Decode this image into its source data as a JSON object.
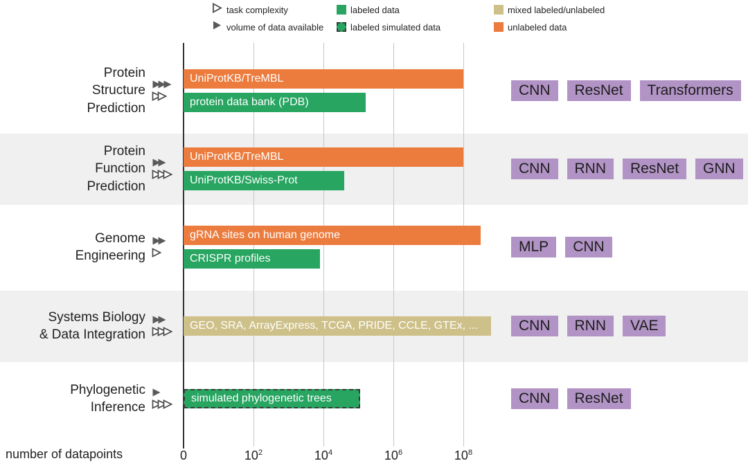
{
  "colors": {
    "unlabeled": "#ec7c3e",
    "labeled": "#27a561",
    "mixed": "#cec089",
    "simulated_border": "#3a3a3a",
    "model_badge": "#b293c5",
    "row_band": "#f0f0f0",
    "grid": "#c6c6c6",
    "axis": "#333333",
    "arrow_filled": "#5a5a5a",
    "arrow_outline_stroke": "#4a4a4a"
  },
  "legend": {
    "items": [
      {
        "icon": "triangle-outline-icon",
        "label": "task complexity"
      },
      {
        "icon": "triangle-filled-icon",
        "label": "volume of data available"
      },
      {
        "icon": "square-labeled-icon",
        "label": "labeled data"
      },
      {
        "icon": "square-simulated-icon",
        "label": "labeled simulated data"
      },
      {
        "icon": "square-mixed-icon",
        "label": "mixed labeled/unlabeled"
      },
      {
        "icon": "square-unlabeled-icon",
        "label": "unlabeled data"
      }
    ]
  },
  "x_axis": {
    "caption": "number of datapoints",
    "ticks": [
      {
        "text": "0",
        "log10": 0
      },
      {
        "base": "10",
        "exp": "2",
        "log10": 2
      },
      {
        "base": "10",
        "exp": "4",
        "log10": 4
      },
      {
        "base": "10",
        "exp": "6",
        "log10": 6
      },
      {
        "base": "10",
        "exp": "8",
        "log10": 8
      }
    ]
  },
  "chart_data": {
    "type": "bar",
    "orientation": "horizontal",
    "xlabel": "number of datapoints",
    "x_scale": "log10 (origin 0, then 10^2 to 10^8)",
    "x_ticks_log10": [
      0,
      2,
      4,
      6,
      8
    ],
    "grid": "vertical gridlines at each power-of-ten tick",
    "legend_position": "top",
    "rows": [
      {
        "task": "Protein Structure Prediction",
        "task_lines": "Protein\nStructure\nPrediction",
        "volume_of_data_arrows": 3,
        "task_complexity_arrows": 2,
        "shaded": false,
        "bars": [
          {
            "label": "UniProtKB/TreMBL",
            "category": "unlabeled data",
            "log10_datapoints": 8.0,
            "approx_datapoints": "1e8"
          },
          {
            "label": "protein data bank (PDB)",
            "category": "labeled data",
            "log10_datapoints": 5.2,
            "approx_datapoints": "1.6e5"
          }
        ],
        "models": [
          "CNN",
          "ResNet",
          "Transformers"
        ]
      },
      {
        "task": "Protein Function Prediction",
        "task_lines": "Protein\nFunction\nPrediction",
        "volume_of_data_arrows": 2,
        "task_complexity_arrows": 3,
        "shaded": true,
        "bars": [
          {
            "label": "UniProtKB/TreMBL",
            "category": "unlabeled data",
            "log10_datapoints": 8.0,
            "approx_datapoints": "1e8"
          },
          {
            "label": "UniProtKB/Swiss-Prot",
            "category": "labeled data",
            "log10_datapoints": 4.6,
            "approx_datapoints": "4e4"
          }
        ],
        "models": [
          "CNN",
          "RNN",
          "ResNet",
          "GNN"
        ]
      },
      {
        "task": "Genome Engineering",
        "task_lines": "Genome\nEngineering",
        "volume_of_data_arrows": 2,
        "task_complexity_arrows": 1,
        "shaded": false,
        "bars": [
          {
            "label": "gRNA sites on human genome",
            "category": "unlabeled data",
            "log10_datapoints": 8.5,
            "approx_datapoints": "3e8"
          },
          {
            "label": "CRISPR profiles",
            "category": "labeled data",
            "log10_datapoints": 3.9,
            "approx_datapoints": "8e3"
          }
        ],
        "models": [
          "MLP",
          "CNN"
        ]
      },
      {
        "task": "Systems Biology & Data Integration",
        "task_lines": "Systems Biology\n& Data Integration",
        "volume_of_data_arrows": 2,
        "task_complexity_arrows": 3,
        "shaded": true,
        "bars": [
          {
            "label": "GEO, SRA, ArrayExpress, TCGA, PRIDE, CCLE, GTEx, ...",
            "category": "mixed labeled/unlabeled",
            "log10_datapoints": 8.8,
            "approx_datapoints": "6e8"
          }
        ],
        "models": [
          "CNN",
          "RNN",
          "VAE"
        ]
      },
      {
        "task": "Phylogenetic Inference",
        "task_lines": "Phylogenetic\nInference",
        "volume_of_data_arrows": 1,
        "task_complexity_arrows": 3,
        "shaded": false,
        "bars": [
          {
            "label": "simulated phylogenetic trees",
            "category": "labeled simulated data",
            "log10_datapoints": 5.05,
            "approx_datapoints": "1e5"
          }
        ],
        "models": [
          "CNN",
          "ResNet"
        ]
      }
    ]
  }
}
